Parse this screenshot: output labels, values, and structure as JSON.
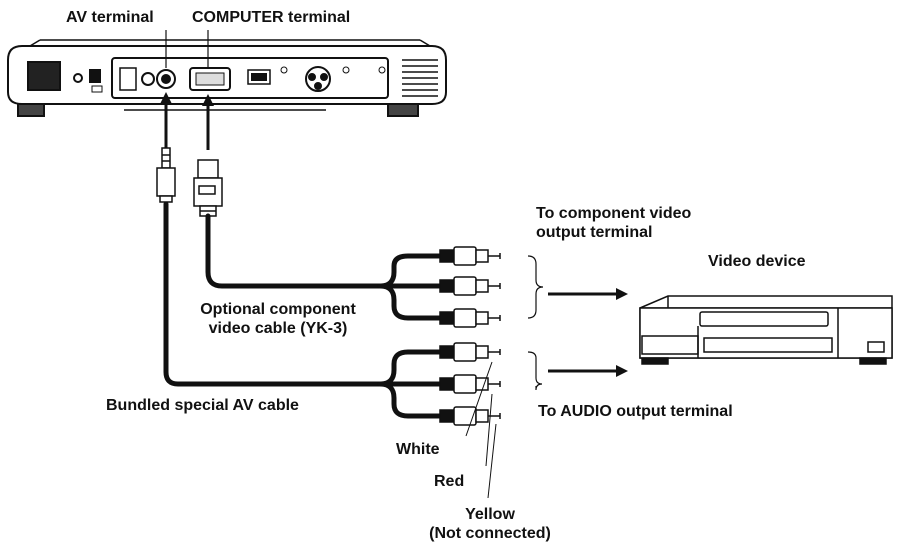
{
  "labels": {
    "av_terminal": "AV terminal",
    "computer_terminal": "COMPUTER terminal",
    "component_out_line1": "To component video",
    "component_out_line2": "output terminal",
    "video_device": "Video device",
    "optional_cable_line1": "Optional component",
    "optional_cable_line2": "video cable (YK-3)",
    "bundled_cable": "Bundled special AV cable",
    "audio_out": "To AUDIO output terminal",
    "white": "White",
    "red": "Red",
    "yellow_line1": "Yellow",
    "yellow_line2": "(Not connected)"
  }
}
